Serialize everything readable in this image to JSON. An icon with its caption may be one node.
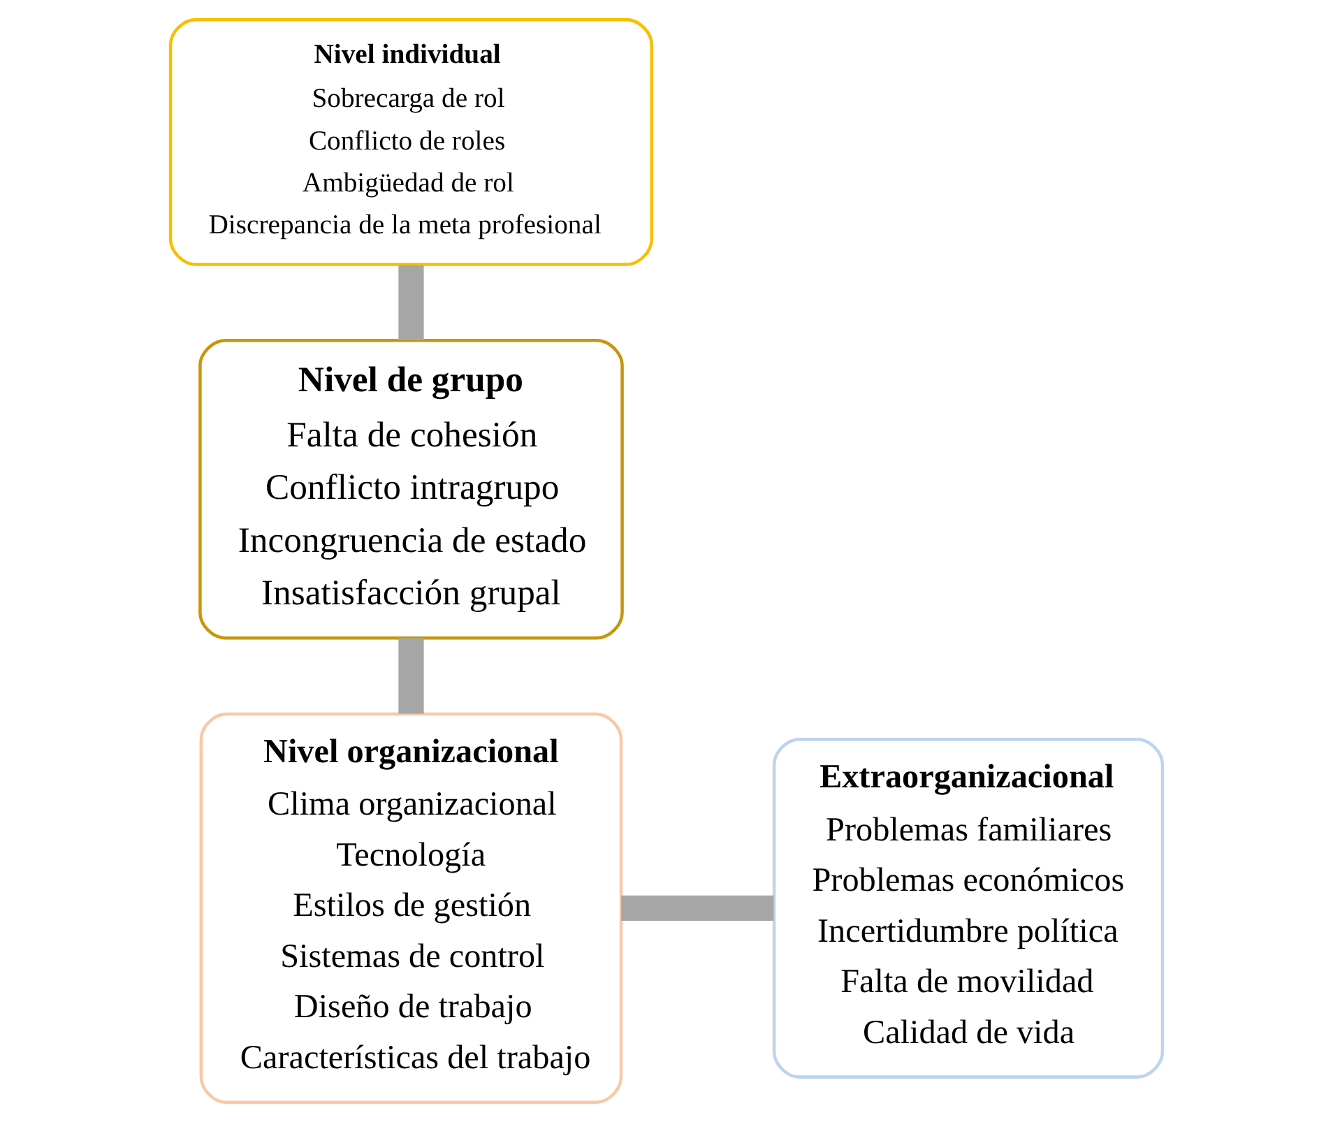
{
  "diagram": {
    "nodes": [
      {
        "text": [
          "Nivel individual",
          "Sobrecarga de rol",
          "Conflicto de roles",
          "Ambigüedad de rol",
          "Discrepancia de la meta profesional"
        ]
      },
      {
        "text": [
          "Nivel de grupo",
          "Falta de cohesión",
          "Conflicto intragrupo",
          "Incongruencia de estado",
          "Insatisfacción grupal"
        ]
      },
      {
        "text": [
          "Nivel organizacional",
          "Clima organizacional",
          "Tecnología",
          "Estilos de gestión",
          "Sistemas de control",
          "Diseño de trabajo",
          "Características del trabajo"
        ]
      },
      {
        "text": [
          "Extraorganizacional",
          "Problemas familiares",
          "Problemas económicos",
          "Incertidumbre política",
          "Falta de movilidad",
          "Calidad de vida"
        ]
      }
    ],
    "edges": [
      {
        "from": 0,
        "to": 1,
        "arrow": "none"
      },
      {
        "from": 1,
        "to": 2,
        "arrow": "none"
      },
      {
        "from": 2,
        "to": 3,
        "arrow": "none"
      }
    ]
  }
}
